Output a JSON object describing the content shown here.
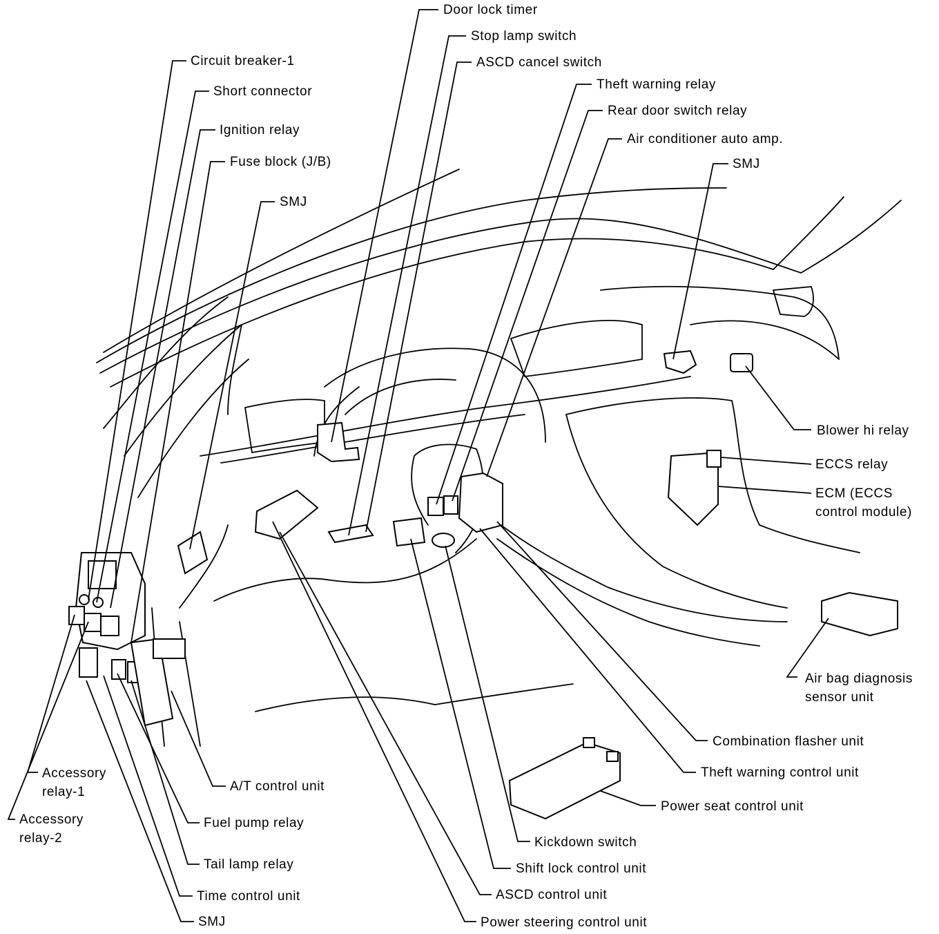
{
  "labels": {
    "door_lock_timer": "Door lock timer",
    "stop_lamp_switch": "Stop lamp switch",
    "ascd_cancel_switch": "ASCD cancel switch",
    "circuit_breaker_1": "Circuit breaker-1",
    "short_connector": "Short connector",
    "ignition_relay": "Ignition relay",
    "fuse_block": "Fuse block (J/B)",
    "smj_left": "SMJ",
    "theft_warning_relay": "Theft warning relay",
    "rear_door_switch_relay": "Rear door switch relay",
    "air_conditioner_auto_amp": "Air conditioner auto amp.",
    "smj_right": "SMJ",
    "blower_hi_relay": "Blower hi relay",
    "eccs_relay": "ECCS relay",
    "ecm_line1": "ECM (ECCS",
    "ecm_line2": "control module)",
    "air_bag_line1": "Air bag diagnosis",
    "air_bag_line2": "sensor unit",
    "combination_flasher_unit": "Combination flasher unit",
    "theft_warning_control_unit": "Theft warning control unit",
    "power_seat_control_unit": "Power seat control unit",
    "kickdown_switch": "Kickdown switch",
    "shift_lock_control_unit": "Shift lock control unit",
    "ascd_control_unit": "ASCD control unit",
    "power_steering_control_unit": "Power steering control unit",
    "accessory_relay_1_line1": "Accessory",
    "accessory_relay_1_line2": "relay-1",
    "accessory_relay_2_line1": "Accessory",
    "accessory_relay_2_line2": "relay-2",
    "at_control_unit": "A/T control unit",
    "fuel_pump_relay": "Fuel pump relay",
    "tail_lamp_relay": "Tail lamp relay",
    "time_control_unit": "Time control unit",
    "smj_bottom": "SMJ"
  }
}
